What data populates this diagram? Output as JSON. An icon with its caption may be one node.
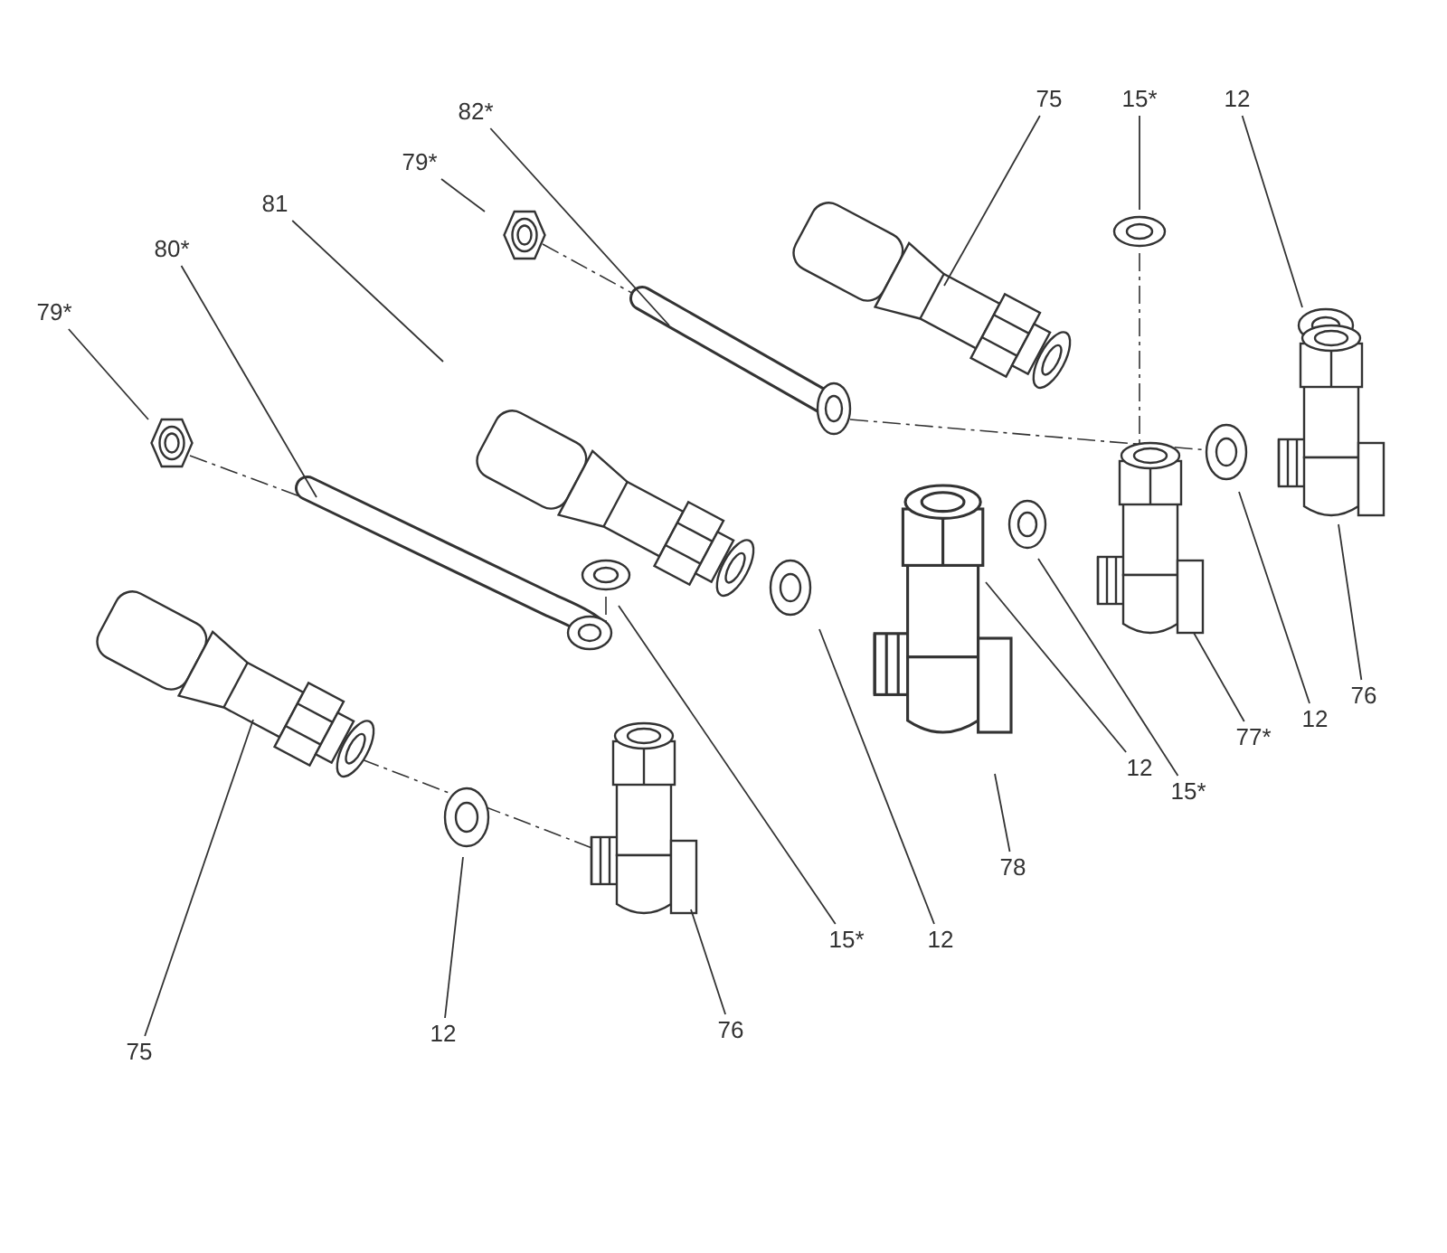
{
  "diagram": {
    "nodes": [
      {
        "text": [
          "82*"
        ]
      },
      {
        "text": [
          "79*"
        ]
      },
      {
        "text": [
          "81"
        ]
      },
      {
        "text": [
          "80*"
        ]
      },
      {
        "text": [
          "79*"
        ]
      },
      {
        "text": [
          "75"
        ]
      },
      {
        "text": [
          "15*"
        ]
      },
      {
        "text": [
          "12"
        ]
      },
      {
        "text": [
          "75"
        ]
      },
      {
        "text": [
          "12"
        ]
      },
      {
        "text": [
          "76"
        ]
      },
      {
        "text": [
          "15*"
        ]
      },
      {
        "text": [
          "12"
        ]
      },
      {
        "text": [
          "78"
        ]
      },
      {
        "text": [
          "12"
        ]
      },
      {
        "text": [
          "15*"
        ]
      },
      {
        "text": [
          "77*"
        ]
      },
      {
        "text": [
          "12"
        ]
      },
      {
        "text": [
          "76"
        ]
      }
    ],
    "edges": [
      {
        "from": 0,
        "to": null,
        "arrow": "none"
      },
      {
        "from": 1,
        "to": null,
        "arrow": "none"
      },
      {
        "from": 2,
        "to": null,
        "arrow": "none"
      },
      {
        "from": 3,
        "to": null,
        "arrow": "none"
      },
      {
        "from": 4,
        "to": null,
        "arrow": "none"
      },
      {
        "from": 5,
        "to": null,
        "arrow": "none"
      },
      {
        "from": 6,
        "to": null,
        "arrow": "none"
      },
      {
        "from": 7,
        "to": null,
        "arrow": "none"
      },
      {
        "from": 8,
        "to": null,
        "arrow": "none"
      },
      {
        "from": 9,
        "to": null,
        "arrow": "none"
      },
      {
        "from": 10,
        "to": null,
        "arrow": "none"
      },
      {
        "from": 11,
        "to": null,
        "arrow": "none"
      },
      {
        "from": 12,
        "to": null,
        "arrow": "none"
      },
      {
        "from": 13,
        "to": null,
        "arrow": "none"
      },
      {
        "from": 14,
        "to": null,
        "arrow": "none"
      },
      {
        "from": 15,
        "to": null,
        "arrow": "none"
      },
      {
        "from": 16,
        "to": null,
        "arrow": "none"
      },
      {
        "from": 17,
        "to": null,
        "arrow": "none"
      },
      {
        "from": 18,
        "to": null,
        "arrow": "none"
      }
    ]
  }
}
